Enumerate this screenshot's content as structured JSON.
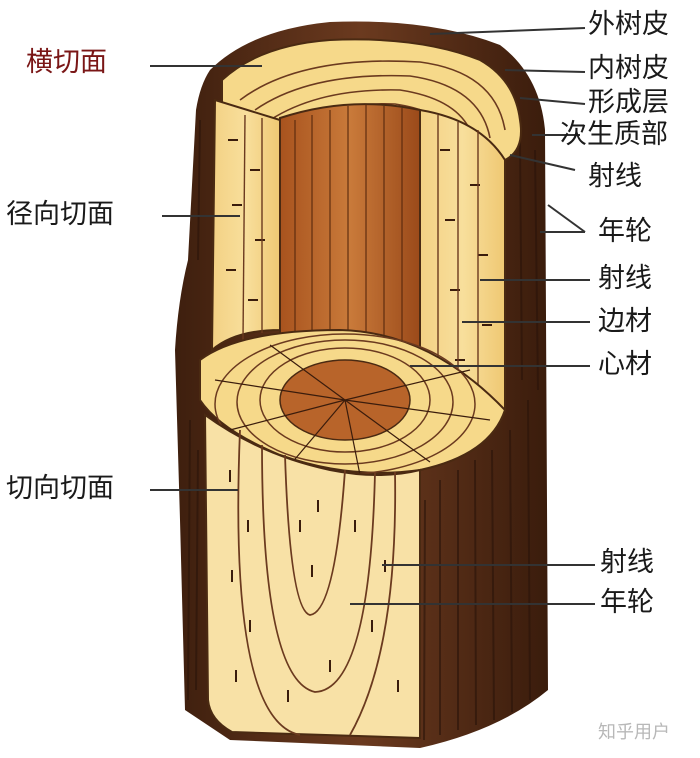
{
  "diagram": {
    "left_labels": {
      "cross_section": "横切面",
      "radial_section": "径向切面",
      "tangential_section": "切向切面"
    },
    "right_labels": {
      "outer_bark": "外树皮",
      "inner_bark": "内树皮",
      "cambium": "形成层",
      "secondary_xylem": "次生质部",
      "ray_top": "射线",
      "annual_ring_top": "年轮",
      "ray_middle": "射线",
      "sapwood": "边材",
      "heartwood": "心材",
      "ray_bottom": "射线",
      "annual_ring_bottom": "年轮"
    },
    "watermark": "知乎用户",
    "colors": {
      "bark": "#6b3a1f",
      "bark_dark": "#3e1f0e",
      "sapwood": "#f6d98a",
      "heartwood": "#b8642a",
      "tangential_face": "#f8e1a6",
      "label_red": "#7a1616"
    }
  }
}
